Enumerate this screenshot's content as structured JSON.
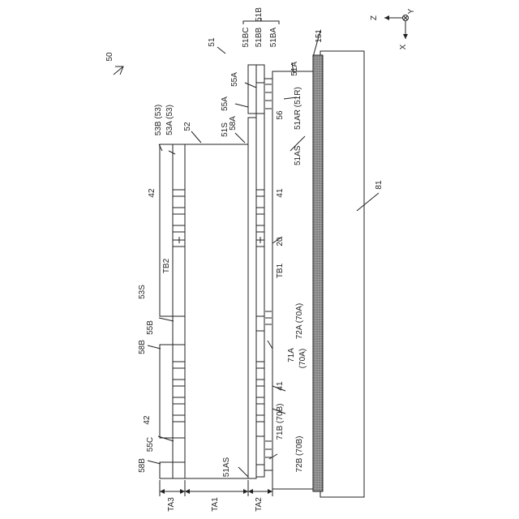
{
  "figure": {
    "ref_50": "50",
    "ref_51": "51",
    "ref_52": "52",
    "ref_81": "81",
    "ref_20": "20",
    "ref_151": "151",
    "ref_56": "56",
    "ref_51S": "51S",
    "ref_53S": "53S",
    "ref_51AS_top": "51AS",
    "ref_51AS_bottom": "51AS",
    "ref_51A": "51A",
    "ref_51AR": "51AR (51R)",
    "ref_51B": "51B",
    "ref_51BA": "51BA",
    "ref_51BB": "51BB",
    "ref_51BC": "51BC",
    "ref_53A": "53A (53)",
    "ref_53B": "53B (53)",
    "ref_42_top": "42",
    "ref_42_bottom": "42",
    "ref_41_top": "41",
    "ref_41_bottom": "41",
    "ref_TB1": "TB1",
    "ref_TB2": "TB2",
    "ref_55A_top": "55A",
    "ref_55A_mid": "55A",
    "ref_58A": "58A",
    "ref_55B": "55B",
    "ref_58B_top": "58B",
    "ref_58B_bottom": "58B",
    "ref_55C": "55C",
    "ref_72A": "72A (70A)",
    "ref_71A": "71A",
    "ref_71A_sub": "(70A)",
    "ref_71B": "71B (70B)",
    "ref_72B": "72B (70B)",
    "ref_TA1": "TA1",
    "ref_TA2": "TA2",
    "ref_TA3": "TA3"
  },
  "axes": {
    "z": "Z",
    "y": "Y",
    "x": "X"
  }
}
